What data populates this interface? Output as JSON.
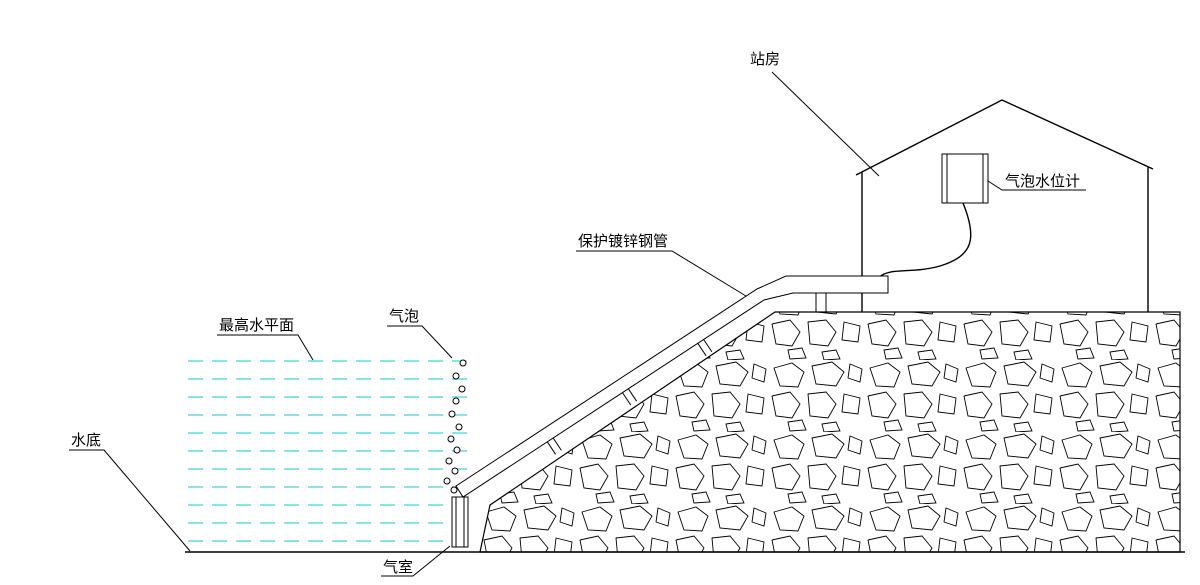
{
  "diagram": {
    "labels": {
      "station_house": "站房",
      "bubble_gauge": "气泡水位计",
      "protective_pipe": "保护镀锌钢管",
      "max_water_level": "最高水平面",
      "bubbles": "气泡",
      "water_bottom": "水底",
      "air_chamber": "气室"
    },
    "colors": {
      "line": "#000000",
      "water": "#3fd6d6",
      "background": "#ffffff"
    }
  }
}
